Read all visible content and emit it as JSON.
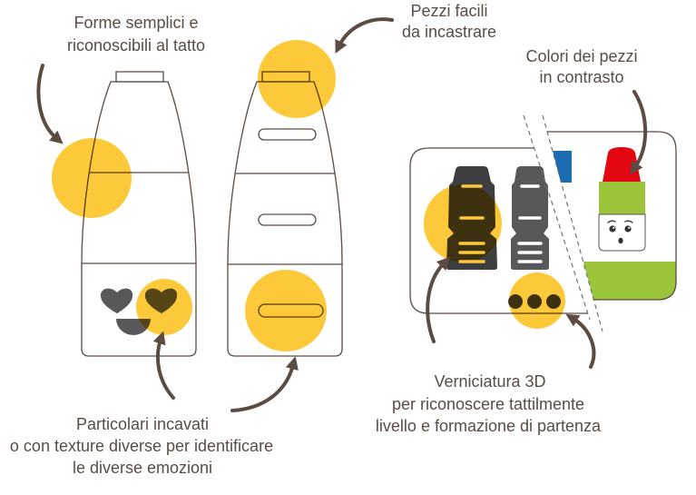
{
  "annotations": {
    "shapes": {
      "lines": [
        "Forme semplici e",
        "riconoscibili al tatto"
      ]
    },
    "fitting": {
      "lines": [
        "Pezzi facili",
        "da incastrare"
      ]
    },
    "contrast": {
      "lines": [
        "Colori dei pezzi",
        "in contrasto"
      ]
    },
    "emotions": {
      "lines": [
        "Particolari incavati",
        "o con texture diverse per identificare",
        "le diverse emozioni"
      ]
    },
    "painting": {
      "lines": [
        "Verniciatura 3D",
        "per riconoscere tattilmente",
        "livello e formazione di partenza"
      ]
    }
  },
  "icons": {
    "emotions": [
      "heart-icon",
      "half-circle-icon",
      "heart-icon"
    ],
    "dots": "three-dots-icon",
    "face": "smiley-face-icon"
  },
  "colors": {
    "highlight": "#fcc93a",
    "outline": "#5b4b43",
    "text": "#5b4b43",
    "arrow": "#5b4b43",
    "piece_dark": "#3e3e40",
    "piece_gray": "#58585b",
    "red": "#e30613",
    "green": "#9cc43a",
    "blue": "#1b6cb2",
    "dash": "#707070"
  }
}
